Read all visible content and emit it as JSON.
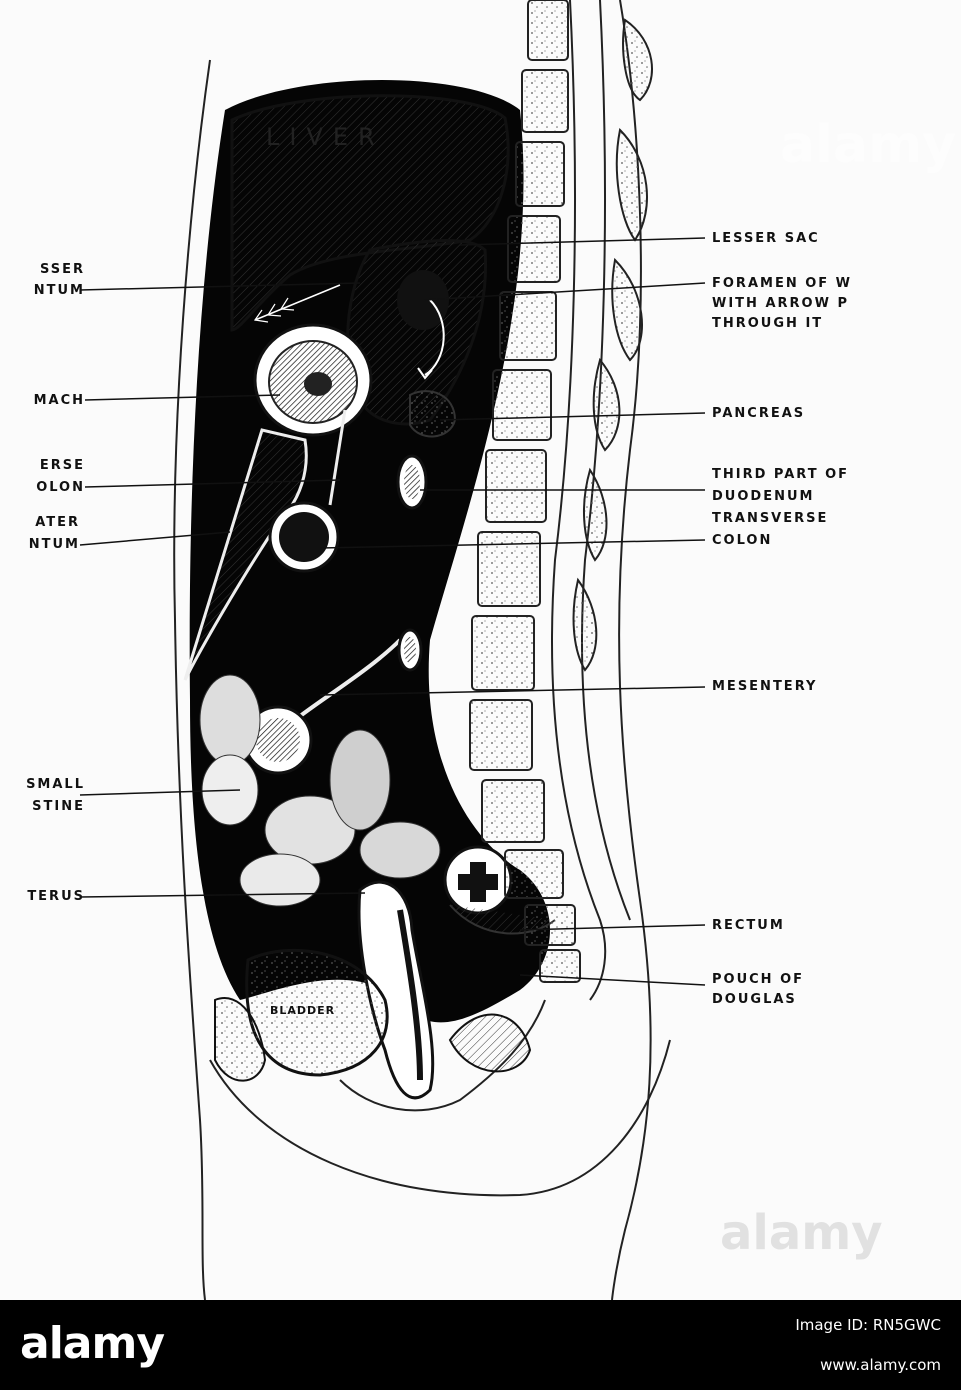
{
  "labels": {
    "liver": "LIVER",
    "lesser_sac": "LESSER SAC",
    "foramen_1": "FORAMEN OF W",
    "foramen_2": "WITH ARROW P",
    "foramen_3": "THROUGH IT",
    "pancreas": "PANCREAS",
    "third_part_1": "THIRD PART OF",
    "third_part_2": "DUODENUM",
    "transverse_colon_r_1": "TRANSVERSE",
    "transverse_colon_r_2": "COLON",
    "mesentery": "MESENTERY",
    "rectum": "RECTUM",
    "pouch_1": "POUCH OF",
    "pouch_2": "DOUGLAS",
    "lesser_omentum_1": "SSER",
    "lesser_omentum_2": "NTUM",
    "stomach": "MACH",
    "transverse_colon_l_1": "ERSE",
    "transverse_colon_l_2": "OLON",
    "greater_omentum_1": "ATER",
    "greater_omentum_2": "NTUM",
    "small_intestine_1": "SMALL",
    "small_intestine_2": "STINE",
    "uterus": "TERUS",
    "bladder": "BLADDER"
  },
  "watermark": "alamy",
  "footer": {
    "logo": "alamy",
    "image_id_label": "Image ID: RN5GWC",
    "url": "www.alamy.com"
  }
}
